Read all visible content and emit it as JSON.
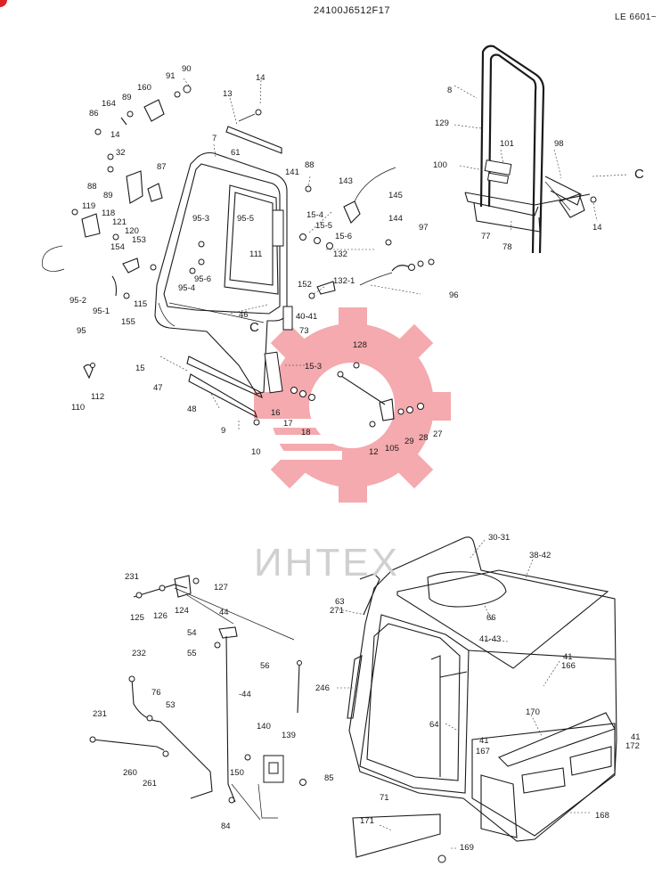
{
  "header": {
    "doc_code": "24100J6512F17",
    "serial": "LE 6601~"
  },
  "watermark": {
    "text": "ИНТЕХ",
    "gear_color": "#e8454d"
  },
  "colors": {
    "ink": "#1a1a1a",
    "watermark_gray": "#d0d0d0"
  },
  "callouts": {
    "c8": "8",
    "c129": "129",
    "c101": "101",
    "c98": "98",
    "c100": "100",
    "cC1": "C",
    "c14a": "14",
    "c77": "77",
    "c78": "78",
    "c90": "90",
    "c91": "91",
    "c160": "160",
    "c164": "164",
    "c89a": "89",
    "c86": "86",
    "c14b": "14",
    "c13": "13",
    "c14c": "14",
    "c7": "7",
    "c61": "61",
    "c32": "32",
    "c87": "87",
    "c88a": "88",
    "c89b": "89",
    "c141": "141",
    "c88b": "88",
    "c143": "143",
    "c145": "145",
    "c119": "119",
    "c118": "118",
    "c121": "121",
    "c120": "120",
    "c153": "153",
    "c154": "154",
    "c95_3": "95-3",
    "c95_5": "95-5",
    "c15_4": "15-4",
    "c15_5": "15-5",
    "c15_6": "15-6",
    "c144": "144",
    "c97": "97",
    "c111": "111",
    "c132": "132",
    "c95_6": "95-6",
    "c95_4": "95-4",
    "c115": "115",
    "c152": "152",
    "c132_1": "132-1",
    "c96": "96",
    "c95_2": "95-2",
    "c95_1": "95-1",
    "c95": "95",
    "c155": "155",
    "c46": "46",
    "cC2": "C",
    "c40_41": "40-41",
    "c73": "73",
    "c15": "15",
    "c47": "47",
    "c128": "128",
    "c15_3": "15-3",
    "c110": "110",
    "c112": "112",
    "c48": "48",
    "c16": "16",
    "c17": "17",
    "c18": "18",
    "c9": "9",
    "c10": "10",
    "c105": "105",
    "c12": "12",
    "c29": "29",
    "c28": "28",
    "c27": "27",
    "c30_31": "30-31",
    "c38_42": "38-42",
    "c231a": "231",
    "c127": "127",
    "c63": "63",
    "c271": "271",
    "c66": "66",
    "c125": "125",
    "c126": "126",
    "c124": "124",
    "c44a": "44",
    "c41_43": "41-43",
    "c54": "54",
    "c55": "55",
    "c41a": "41",
    "c166": "166",
    "c232": "232",
    "c56": "56",
    "c246": "246",
    "c44b": "-44",
    "c76": "76",
    "c53": "53",
    "c170": "170",
    "c231b": "231",
    "c140": "140",
    "c64": "64",
    "c139": "139",
    "c41b": "41",
    "c167": "167",
    "c41c": "41",
    "c172": "172",
    "c260": "260",
    "c261": "261",
    "c150": "150",
    "c85": "85",
    "c71": "71",
    "c84": "84",
    "c168": "168",
    "c171": "171",
    "c169": "169"
  }
}
